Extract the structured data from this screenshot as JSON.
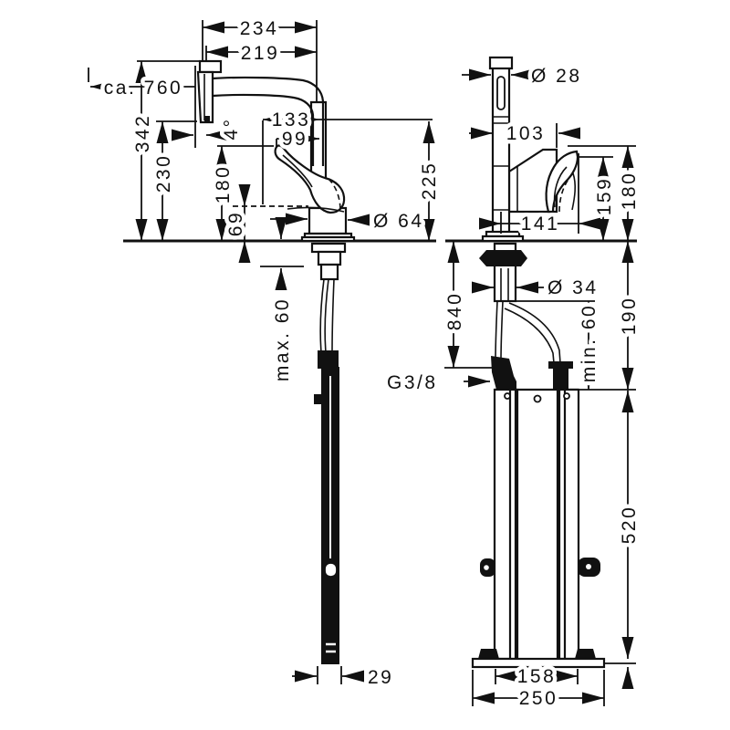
{
  "colors": {
    "line": "#111111",
    "background": "#ffffff"
  },
  "side_view": {
    "dims": {
      "reach_overall": "234",
      "reach": "219",
      "pullout_extension": "ca. 760",
      "height_overall": "342",
      "outlet_height": "230",
      "handle_height": "180",
      "body_height": "69",
      "outlet_reach_overall": "133",
      "outlet_reach": "99",
      "spout_angle": "4°",
      "spout_height": "225",
      "body_diameter": "Ø 64",
      "max_counter_thickness": "max. 60",
      "hose_end_width": "29"
    }
  },
  "front_view": {
    "dims": {
      "spray_diameter": "Ø 28",
      "spray_offset": "103",
      "handle_reach": "141",
      "lever_height": "159",
      "handle_height": "180",
      "hose_length": "840",
      "shank_diameter": "Ø 34",
      "min_clearance": "min. 60",
      "connection_depth": "190",
      "thread_size": "G3/8",
      "box_height": "520",
      "box_mount_width": "158",
      "base_plate_width": "250"
    }
  }
}
